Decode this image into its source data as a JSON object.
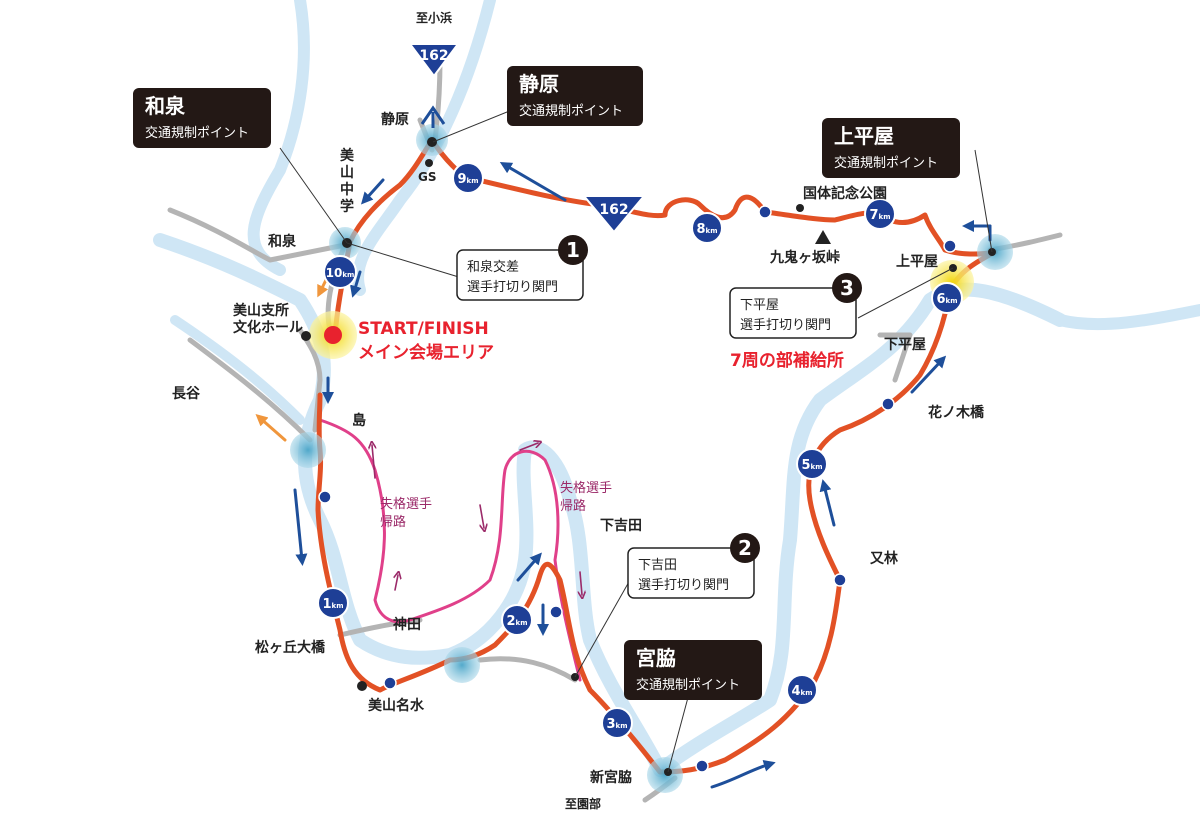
{
  "colors": {
    "river": "#cfe6f5",
    "course": "#e25125",
    "road": "#b4b4b4",
    "arrow": "#1e4f9a",
    "orange_arrow": "#f0963c",
    "magenta": "#e0408a",
    "checkpoint_box": "#231815",
    "km_marker": "#1e3f96",
    "start": "#e8222e",
    "highlight": "#f6e53a"
  },
  "checkpoints": [
    {
      "title": "和泉",
      "subtitle": "交通規制ポイント"
    },
    {
      "title": "静原",
      "subtitle": "交通規制ポイント"
    },
    {
      "title": "上平屋",
      "subtitle": "交通規制ポイント"
    },
    {
      "title": "宮脇",
      "subtitle": "交通規制ポイント"
    }
  ],
  "notes": [
    {
      "number": "1",
      "lines": [
        "和泉交差",
        "選手打切り関門"
      ]
    },
    {
      "number": "2",
      "lines": [
        "下吉田",
        "選手打切り関門"
      ]
    },
    {
      "number": "3",
      "lines": [
        "下平屋",
        "選手打切り関門"
      ]
    }
  ],
  "km_markers": [
    {
      "num": "1",
      "unit": "km"
    },
    {
      "num": "2",
      "unit": "km"
    },
    {
      "num": "3",
      "unit": "km"
    },
    {
      "num": "4",
      "unit": "km"
    },
    {
      "num": "5",
      "unit": "km"
    },
    {
      "num": "6",
      "unit": "km"
    },
    {
      "num": "7",
      "unit": "km"
    },
    {
      "num": "8",
      "unit": "km"
    },
    {
      "num": "9",
      "unit": "km"
    },
    {
      "num": "10",
      "unit": "km"
    }
  ],
  "route_signs": [
    "162",
    "162"
  ],
  "start": {
    "line1": "START/FINISH",
    "line2": "メイン会場エリア"
  },
  "feed": {
    "label": "7周の部補給所"
  },
  "return_path": {
    "line1": "失格選手",
    "line2": "帰路"
  },
  "places": {
    "to_obama": "至小浜",
    "shizuhara": "静原",
    "gs": "GS",
    "miyama_jhs_1": "美",
    "miyama_jhs_2": "山",
    "miyama_jhs_3": "中",
    "miyama_jhs_4": "学",
    "izumi": "和泉",
    "kokutai": "国体記念公園",
    "kukigasaka": "九鬼ヶ坂峠",
    "kamihiraya": "上平屋",
    "shimohiraya": "下平屋",
    "branch_1": "美山支所",
    "branch_2": "文化ホール",
    "nagatani": "長谷",
    "shima": "島",
    "shimoyoshida": "下吉田",
    "kanda": "神田",
    "matsugaoka": "松ヶ丘大橋",
    "meisui": "美山名水",
    "hananoki": "花ノ木橋",
    "matabayashi": "又林",
    "shinmiyawaki": "新宮脇",
    "to_sonobe": "至園部"
  }
}
